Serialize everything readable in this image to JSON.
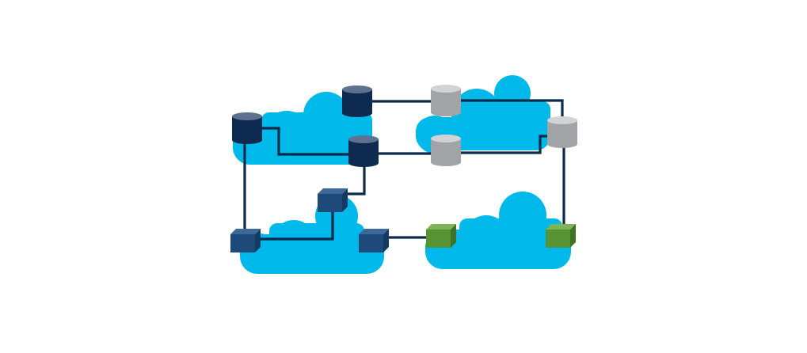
{
  "diagram": {
    "colors": {
      "background": "#ffffff",
      "cloud": "#00b9eb",
      "link": "#0e2a4a",
      "db_dark_body": "#0f2a50",
      "db_dark_top": "#5e7290",
      "db_gray_body": "#a1a3a6",
      "db_gray_top": "#d2d3d4",
      "switch_blue_front": "#1e4a7a",
      "switch_blue_top": "#3e6899",
      "switch_blue_side": "#143a63",
      "switch_green_front": "#579234",
      "switch_green_top": "#7fb459",
      "switch_green_side": "#3f7224"
    },
    "clouds": [
      {
        "name": "cloud-top-left"
      },
      {
        "name": "cloud-top-right"
      },
      {
        "name": "cloud-bottom-left"
      },
      {
        "name": "cloud-bottom-right"
      }
    ],
    "nodes": [
      {
        "name": "database-dark-left",
        "icon": "database-icon",
        "variant": "dark"
      },
      {
        "name": "database-dark-top",
        "icon": "database-icon",
        "variant": "dark"
      },
      {
        "name": "database-dark-middle",
        "icon": "database-icon",
        "variant": "dark"
      },
      {
        "name": "database-gray-top",
        "icon": "database-icon",
        "variant": "gray"
      },
      {
        "name": "database-gray-middle",
        "icon": "database-icon",
        "variant": "gray"
      },
      {
        "name": "database-gray-right",
        "icon": "database-icon",
        "variant": "gray"
      },
      {
        "name": "switch-blue-upper",
        "icon": "network-switch-icon",
        "variant": "blue"
      },
      {
        "name": "switch-blue-left",
        "icon": "network-switch-icon",
        "variant": "blue"
      },
      {
        "name": "switch-blue-right",
        "icon": "network-switch-icon",
        "variant": "blue"
      },
      {
        "name": "switch-green-left",
        "icon": "network-switch-icon",
        "variant": "green"
      },
      {
        "name": "switch-green-right",
        "icon": "network-switch-icon",
        "variant": "green"
      }
    ],
    "links": [
      {
        "from": "database-dark-top",
        "to": "database-gray-top"
      },
      {
        "from": "database-gray-top",
        "to": "database-gray-right"
      },
      {
        "from": "database-dark-left",
        "to": "database-dark-middle"
      },
      {
        "from": "database-dark-middle",
        "to": "database-gray-middle"
      },
      {
        "from": "database-gray-middle",
        "to": "database-gray-right"
      },
      {
        "from": "database-dark-left",
        "to": "switch-blue-left"
      },
      {
        "from": "database-dark-middle",
        "to": "switch-blue-upper"
      },
      {
        "from": "switch-blue-upper",
        "to": "switch-blue-left"
      },
      {
        "from": "switch-blue-right",
        "to": "switch-green-left"
      },
      {
        "from": "database-gray-right",
        "to": "switch-green-right"
      }
    ]
  }
}
